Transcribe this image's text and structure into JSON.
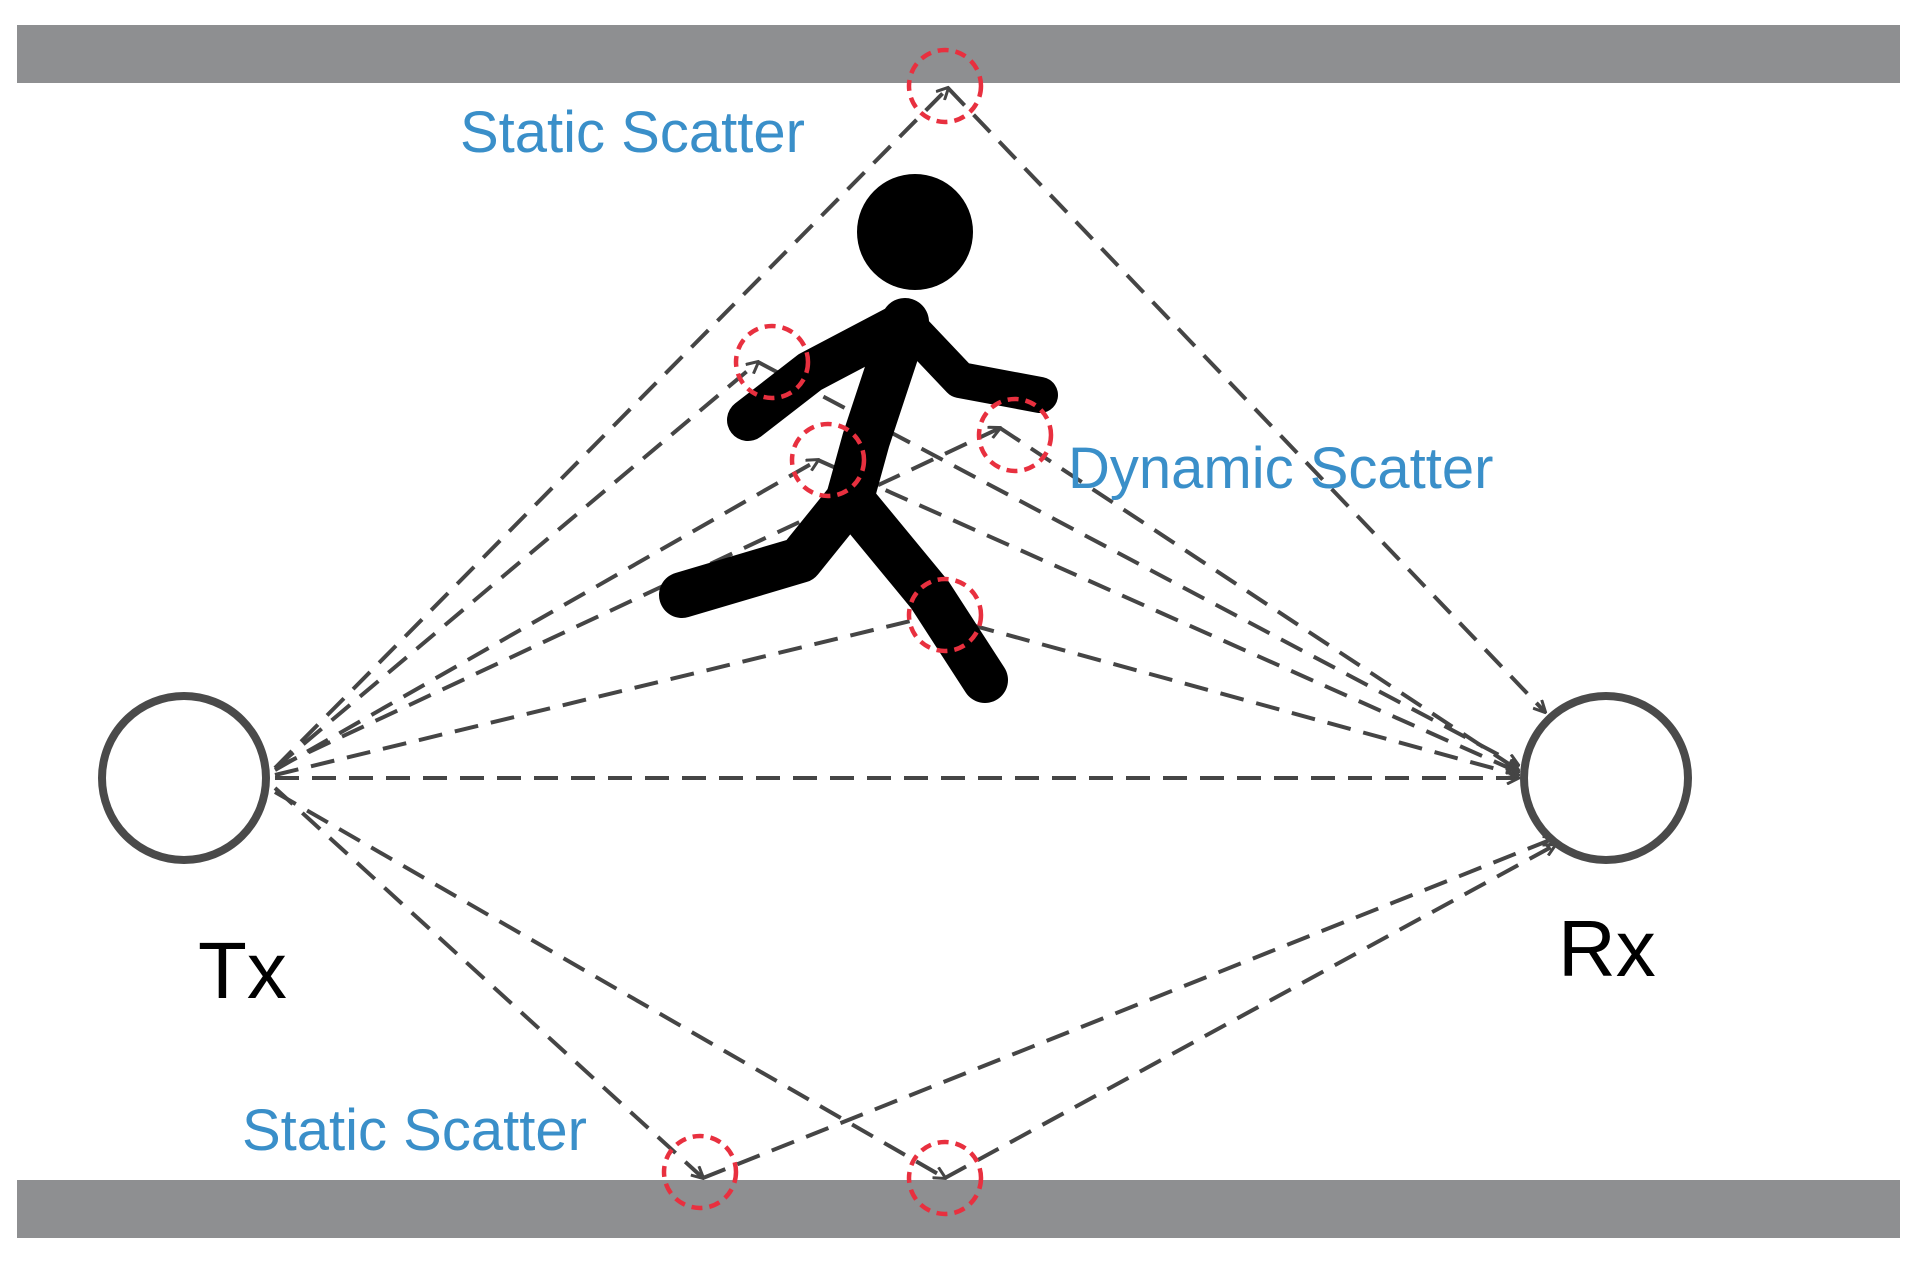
{
  "colors": {
    "wall": "#8e8f91",
    "path": "#454545",
    "scatter_marker": "#e8303f",
    "scatter_label": "#3a8fc9",
    "node_stroke": "#4a4a4a",
    "person": "#000000"
  },
  "labels": {
    "tx": "Tx",
    "rx": "Rx",
    "static_scatter_top": "Static Scatter",
    "dynamic_scatter": "Dynamic Scatter",
    "static_scatter_bottom": "Static Scatter"
  },
  "diagram": {
    "nodes": [
      "tx",
      "rx"
    ],
    "scatterers": [
      {
        "id": "static-top",
        "kind": "static"
      },
      {
        "id": "dynamic-shoulder",
        "kind": "dynamic"
      },
      {
        "id": "dynamic-hand",
        "kind": "dynamic"
      },
      {
        "id": "dynamic-torso",
        "kind": "dynamic"
      },
      {
        "id": "dynamic-knee",
        "kind": "dynamic"
      },
      {
        "id": "static-bottom-left",
        "kind": "static"
      },
      {
        "id": "static-bottom-right",
        "kind": "static"
      }
    ],
    "paths": [
      {
        "from": "tx",
        "to": "rx",
        "via": "line-of-sight"
      },
      {
        "from": "tx",
        "to": "rx",
        "via": "static-top"
      },
      {
        "from": "tx",
        "to": "rx",
        "via": "dynamic-shoulder"
      },
      {
        "from": "tx",
        "to": "rx",
        "via": "dynamic-hand"
      },
      {
        "from": "tx",
        "to": "rx",
        "via": "dynamic-torso"
      },
      {
        "from": "tx",
        "to": "rx",
        "via": "dynamic-knee"
      },
      {
        "from": "tx",
        "to": "rx",
        "via": "static-bottom-left"
      },
      {
        "from": "tx",
        "to": "rx",
        "via": "static-bottom-right"
      }
    ]
  }
}
